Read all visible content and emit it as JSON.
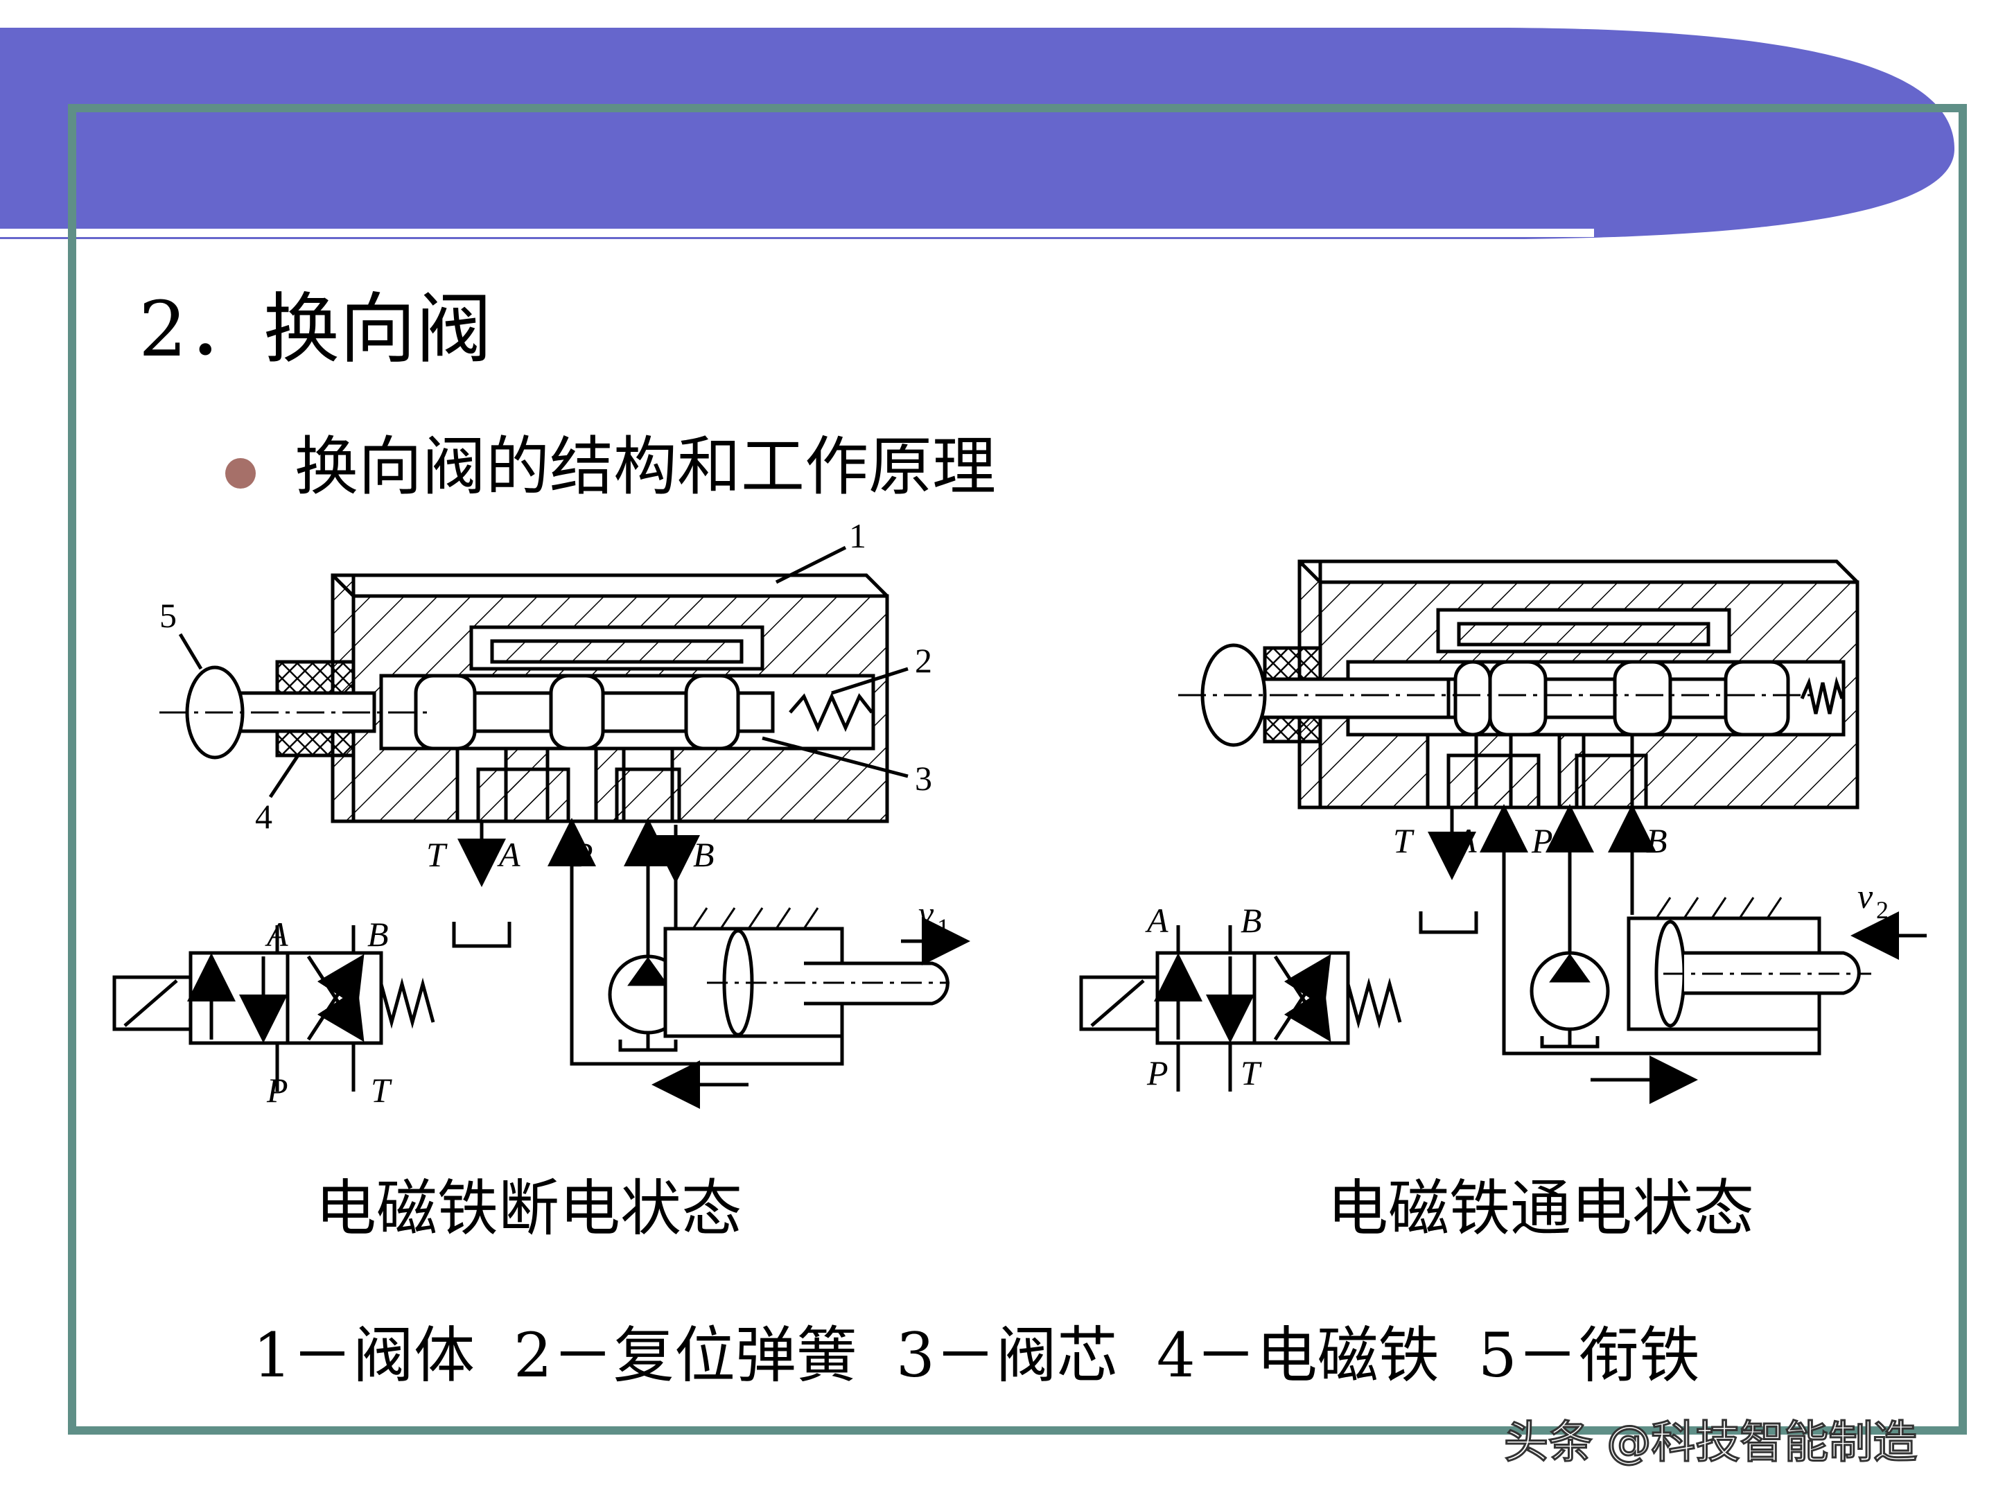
{
  "title": "2．换向阀",
  "bullet": "换向阀的结构和工作原理",
  "left_diagram": {
    "caption": "电磁铁断电状态",
    "callouts": [
      "1",
      "2",
      "3",
      "4",
      "5"
    ],
    "ports": [
      "T",
      "A",
      "P",
      "B"
    ],
    "symbol_ports": [
      "A",
      "B",
      "P",
      "T"
    ],
    "velocity": "v",
    "velocity_sub": "1"
  },
  "right_diagram": {
    "caption": "电磁铁通电状态",
    "ports": [
      "T",
      "A",
      "P",
      "B"
    ],
    "symbol_ports": [
      "A",
      "B",
      "P",
      "T"
    ],
    "velocity": "v",
    "velocity_sub": "2"
  },
  "legend": "1－阀体  2－复位弹簧  3－阀芯  4－电磁铁  5－衔铁",
  "watermark": "头条 @科技智能制造",
  "colors": {
    "banner": "#6666cc",
    "frame": "#5f8f87",
    "bullet": "#a67069"
  }
}
